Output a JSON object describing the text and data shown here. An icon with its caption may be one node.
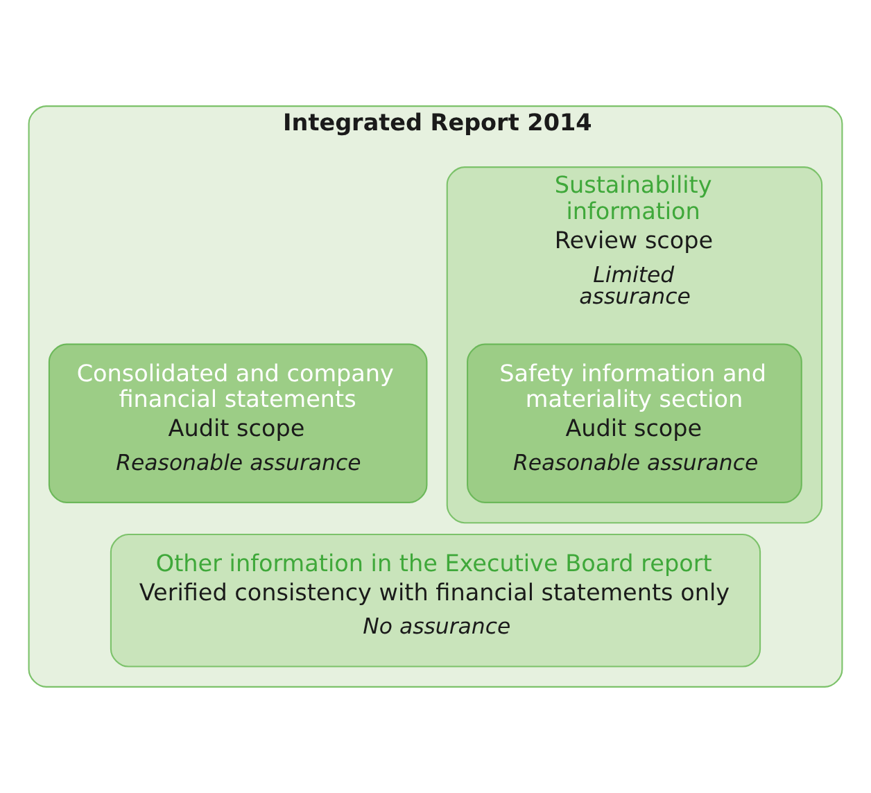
{
  "diagram": {
    "nodes": [
      {
        "text": [
          "Integrated Report 2014"
        ]
      },
      {
        "text": [
          "Consolidated and company financial statements",
          "Audit scope",
          "Reasonable assurance"
        ],
        "in": 0
      },
      {
        "text": [
          "Sustainability information",
          "Review scope",
          "Limited assurance"
        ],
        "in": 0
      },
      {
        "text": [
          "Safety information and materiality section",
          "Audit scope",
          "Reasonable assurance"
        ],
        "in": 2
      },
      {
        "text": [
          "Other information in the Executive Board report",
          "Verified consistency with financial statements only",
          "No assurance"
        ],
        "in": 0
      }
    ],
    "edges": []
  }
}
